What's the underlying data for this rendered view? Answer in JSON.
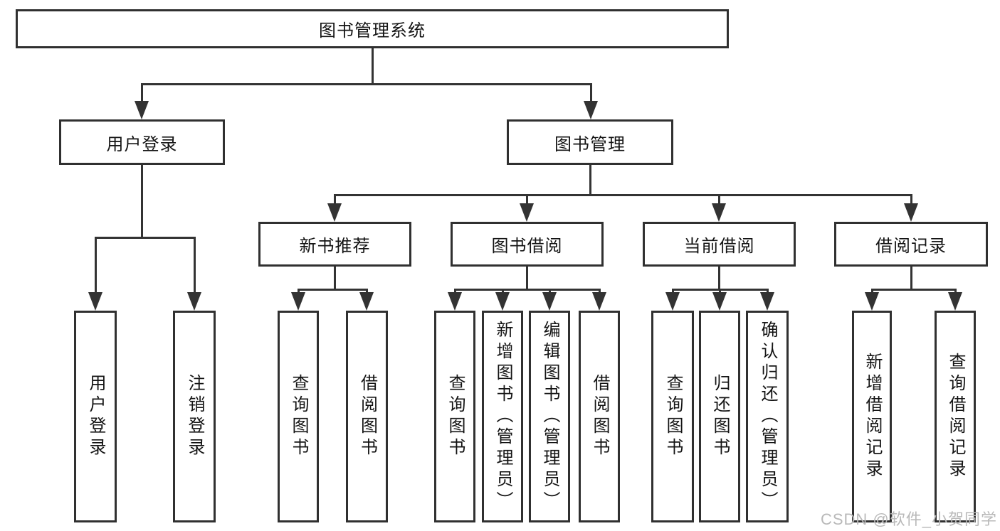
{
  "diagram": {
    "title": "图书管理系统",
    "nodes": [
      {
        "id": "root",
        "label": "图书管理系统",
        "parent": null,
        "level": 1
      },
      {
        "id": "user-login",
        "label": "用户登录",
        "parent": "root",
        "level": 2
      },
      {
        "id": "book-mgmt",
        "label": "图书管理",
        "parent": "root",
        "level": 2
      },
      {
        "id": "new-book-rec",
        "label": "新书推荐",
        "parent": "book-mgmt",
        "level": 3
      },
      {
        "id": "book-borrow",
        "label": "图书借阅",
        "parent": "book-mgmt",
        "level": 3
      },
      {
        "id": "current-borrow",
        "label": "当前借阅",
        "parent": "book-mgmt",
        "level": 3
      },
      {
        "id": "borrow-records",
        "label": "借阅记录",
        "parent": "book-mgmt",
        "level": 3
      },
      {
        "id": "leaf-user-login",
        "label": "用户登录",
        "parent": "user-login",
        "level": 4
      },
      {
        "id": "leaf-logout",
        "label": "注销登录",
        "parent": "user-login",
        "level": 4
      },
      {
        "id": "leaf-query-book-newrec",
        "label": "查询图书",
        "parent": "new-book-rec",
        "level": 4
      },
      {
        "id": "leaf-borrow-book-newrec",
        "label": "借阅图书",
        "parent": "new-book-rec",
        "level": 4
      },
      {
        "id": "leaf-query-book-borrow",
        "label": "查询图书",
        "parent": "book-borrow",
        "level": 4
      },
      {
        "id": "leaf-add-book",
        "label": "新增图书（管理员）",
        "parent": "book-borrow",
        "level": 4
      },
      {
        "id": "leaf-edit-book",
        "label": "编辑图书（管理员）",
        "parent": "book-borrow",
        "level": 4
      },
      {
        "id": "leaf-borrow-book-borrow",
        "label": "借阅图书",
        "parent": "book-borrow",
        "level": 4
      },
      {
        "id": "leaf-query-book-current",
        "label": "查询图书",
        "parent": "current-borrow",
        "level": 4
      },
      {
        "id": "leaf-return-book",
        "label": "归还图书",
        "parent": "current-borrow",
        "level": 4
      },
      {
        "id": "leaf-confirm-return",
        "label": "确认归还（管理员）",
        "parent": "current-borrow",
        "level": 4
      },
      {
        "id": "leaf-add-borrow-record",
        "label": "新增借阅记录",
        "parent": "borrow-records",
        "level": 4
      },
      {
        "id": "leaf-query-borrow-record",
        "label": "查询借阅记录",
        "parent": "borrow-records",
        "level": 4
      }
    ]
  },
  "watermark": {
    "text": "CSDN @软件_小贺同学"
  },
  "colors": {
    "line": "#333333",
    "border": "#303030",
    "text": "#141414",
    "watermark": "#b9b9b9",
    "background": "#ffffff"
  }
}
